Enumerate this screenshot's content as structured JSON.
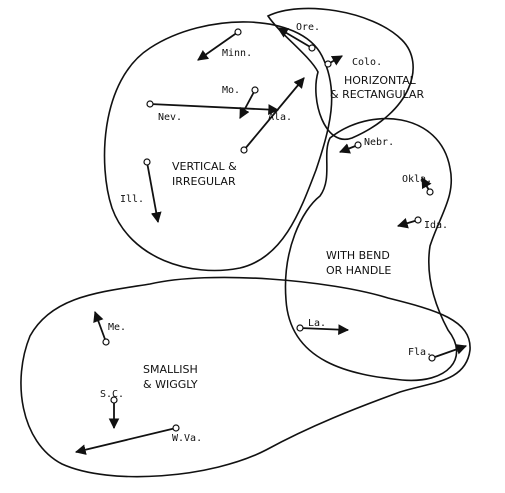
{
  "groups": {
    "vertical": {
      "line1": "VERTICAL &",
      "line2": "IRREGULAR"
    },
    "horizontal": {
      "line1": "HORIZONTAL",
      "line2": "& RECTANGULAR"
    },
    "bend": {
      "line1": "WITH BEND",
      "line2": "OR HANDLE"
    },
    "small": {
      "line1": "SMALLISH",
      "line2": "& WIGGLY"
    }
  },
  "states": {
    "minn": "Minn.",
    "mo": "Mo.",
    "nev": "Nev.",
    "ala": "Ala.",
    "ill": "Ill.",
    "ore": "Ore.",
    "colo": "Colo.",
    "nebr": "Nebr.",
    "okla": "Okla.",
    "ida": "Ida.",
    "la": "La.",
    "fla": "Fla.",
    "me": "Me.",
    "sc": "S.C.",
    "wva": "W.Va."
  },
  "colors": {
    "ink": "#111111",
    "background": "#ffffff"
  }
}
